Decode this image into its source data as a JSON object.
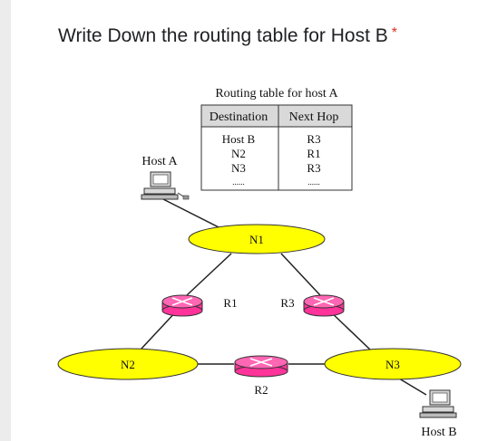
{
  "question": {
    "text": "Write Down the routing table for Host B",
    "required_mark": "*"
  },
  "table": {
    "title": "Routing table for host A",
    "headers": [
      "Destination",
      "Next Hop"
    ],
    "rows": [
      [
        "Host B",
        "R3"
      ],
      [
        "N2",
        "R1"
      ],
      [
        "N3",
        "R3"
      ],
      [
        "......",
        "......"
      ]
    ]
  },
  "hosts": {
    "a": "Host A",
    "b": "Host B"
  },
  "networks": {
    "n1": "N1",
    "n2": "N2",
    "n3": "N3"
  },
  "routers": {
    "r1": "R1",
    "r2": "R2",
    "r3": "R3"
  },
  "colors": {
    "network_fill": "#ffff00",
    "router_fill": "#ff3399",
    "header_fill": "#d9d9d9"
  }
}
